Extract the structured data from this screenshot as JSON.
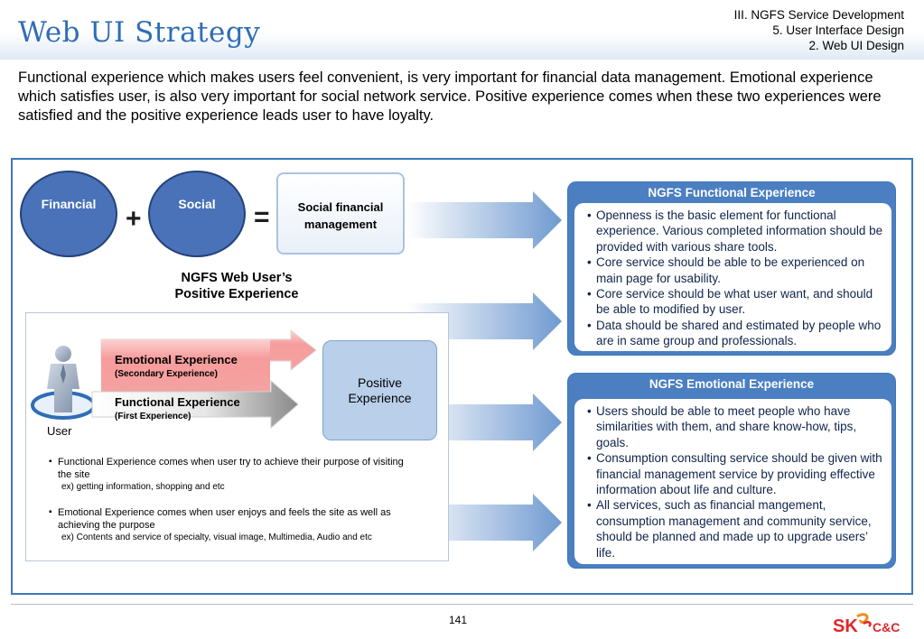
{
  "header": {
    "title": "Web UI Strategy",
    "breadcrumb": [
      "III. NGFS Service Development",
      "5. User Interface Design",
      "2. Web UI Design"
    ]
  },
  "intro": "Functional experience which makes users feel convenient, is very important for financial data management. Emotional experience which satisfies user, is also very important for social network service.  Positive experience comes when these two experiences were satisfied and the positive experience leads user to have loyalty.",
  "equation": {
    "left": "Financial",
    "plus": "+",
    "right": "Social",
    "equals": "=",
    "result_line1": "Social financial",
    "result_line2": "management"
  },
  "web_user": {
    "line1": "NGFS Web User’s",
    "line2": "Positive Experience"
  },
  "diagram": {
    "user": "User",
    "emotional": "Emotional Experience",
    "emotional_sub": "(Secondary Experience)",
    "functional": "Functional Experience",
    "functional_sub": "(First Experience)",
    "positive_line1": "Positive",
    "positive_line2": "Experience"
  },
  "notes": [
    {
      "text": "Functional Experience comes when user try to achieve their purpose of visiting the site",
      "example": "ex) getting information, shopping and etc"
    },
    {
      "text": "Emotional Experience comes when user enjoys and feels the site as well as achieving the purpose",
      "example": "ex) Contents and service of specialty, visual image, Multimedia, Audio and etc"
    }
  ],
  "functional_panel": {
    "title": "NGFS Functional Experience",
    "items": [
      "Openness is the basic element for functional experience. Various completed information should be provided with various share tools.",
      "Core service should be able to be experienced on main page for usability.",
      "Core service  should be what user want, and should be able to modified by user.",
      "Data should be shared and estimated by people who are in same group and professionals."
    ]
  },
  "emotional_panel": {
    "title": "NGFS Emotional Experience",
    "items": [
      "Users should be able to meet people who have similarities with them, and share know-how, tips, goals.",
      "Consumption consulting service should be given with financial management service by providing effective information about life and culture.",
      "All services, such as financial mangement, consumption management and community service, should be planned and made up to upgrade users’ life."
    ]
  },
  "footer": {
    "page_number": "141",
    "logo_sk": "SK",
    "logo_cc": "C&C"
  },
  "colors": {
    "accent": "#2f6db5",
    "circle": "#4a72b8",
    "panel_header": "#4b7fc2",
    "emotional_fill": "#f7a3a3",
    "logo_red": "#e0262b",
    "logo_orange": "#f28c1e"
  }
}
